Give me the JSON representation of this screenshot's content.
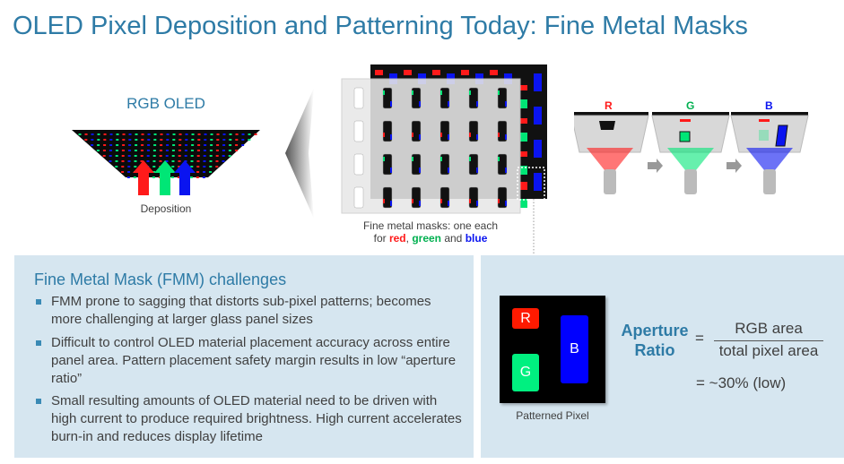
{
  "title": "OLED Pixel Deposition and Patterning Today: Fine Metal Masks",
  "rgb_oled": {
    "label": "RGB OLED",
    "deposition_label": "Deposition"
  },
  "masks": {
    "caption_line1": "Fine metal masks: one each",
    "caption_for": "for ",
    "red": "red",
    "comma": ", ",
    "green": "green",
    "and": " and ",
    "blue": "blue"
  },
  "sequence": {
    "labels": [
      "R",
      "G",
      "B"
    ]
  },
  "challenges": {
    "heading": "Fine Metal Mask (FMM) challenges",
    "bullets": [
      "FMM prone to sagging that distorts sub-pixel patterns; becomes more challenging at larger glass panel sizes",
      "Difficult to control OLED material placement accuracy across entire panel area. Pattern placement safety margin results in low “aperture ratio”",
      "Small resulting amounts of OLED material need to be driven with high current to produce required brightness. High current accelerates burn-in and reduces display lifetime"
    ]
  },
  "pixel": {
    "r": "R",
    "g": "G",
    "b": "B",
    "caption": "Patterned Pixel"
  },
  "aperture": {
    "line1": "Aperture",
    "line2": "Ratio",
    "eq": "=",
    "numerator": "RGB area",
    "denominator": "total pixel area",
    "result": "= ~30% (low)"
  },
  "colors": {
    "accent": "#2e7ba6",
    "red": "#ff1a1a",
    "green": "#00e676",
    "blue": "#0a14f0",
    "panel": "#d6e6f0"
  }
}
